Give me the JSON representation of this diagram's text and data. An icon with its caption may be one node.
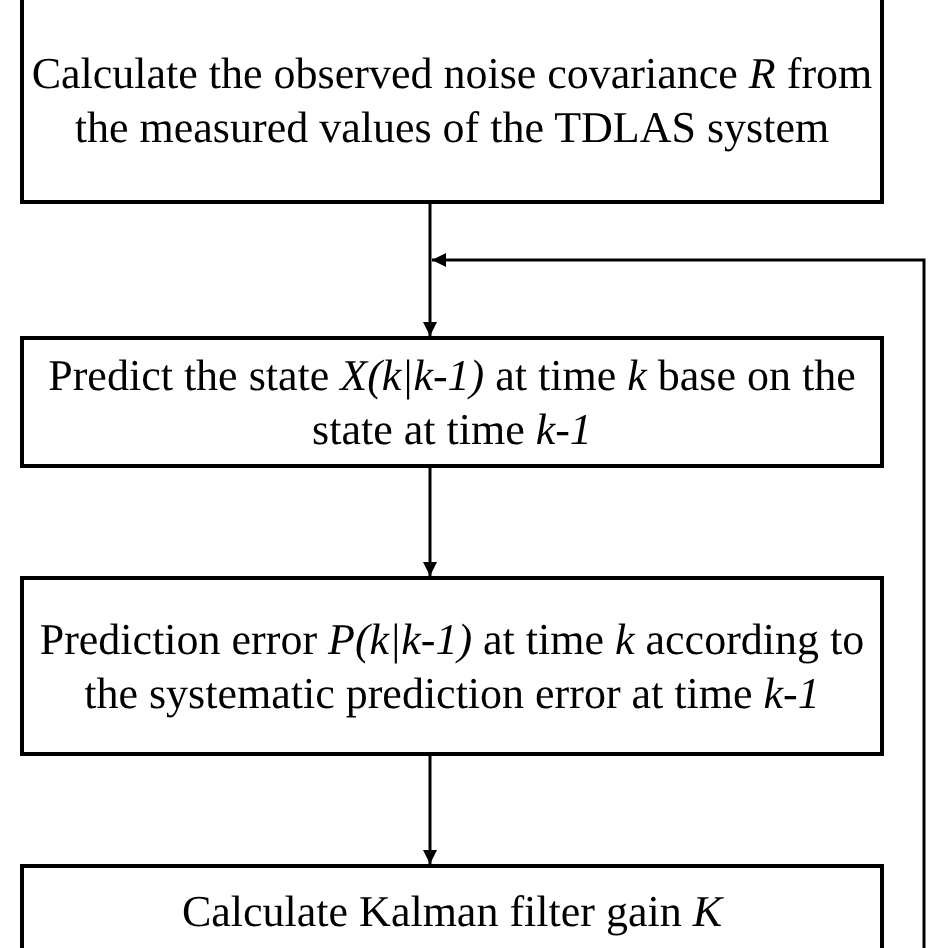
{
  "diagram": {
    "nodes": [
      {
        "text": [
          "Calculate the observed noise covariance *R* from the measured values of the TDLAS system"
        ]
      },
      {
        "text": [
          "Predict the state *X(k|k-1)* at time *k* base on the state at time *k-1*"
        ]
      },
      {
        "text": [
          "Prediction error *P(k|k-1)* at time *k* according to the systematic prediction error at time *k-1*"
        ]
      },
      {
        "text": [
          "Calculate Kalman filter gain *K*"
        ]
      }
    ],
    "edges": [
      {
        "from": 0,
        "to": 1,
        "arrow": "to"
      },
      {
        "from": null,
        "to": 1,
        "arrow": "to"
      },
      {
        "from": 1,
        "to": 2,
        "arrow": "to"
      },
      {
        "from": 2,
        "to": 3,
        "arrow": "to"
      }
    ]
  }
}
